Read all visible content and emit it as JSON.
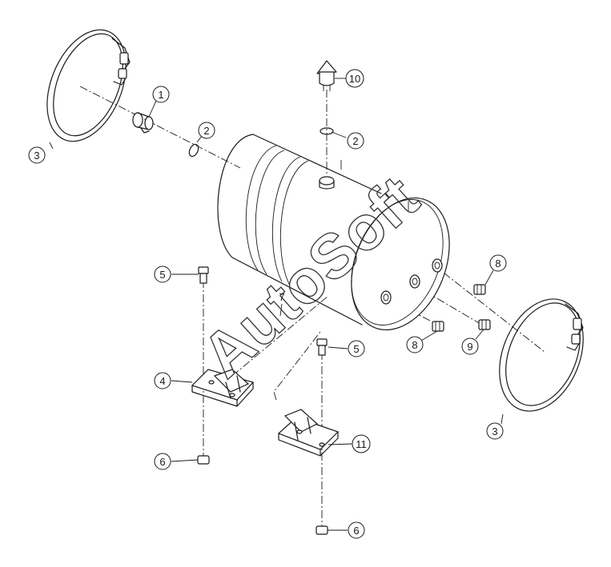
{
  "watermark": "AutoSoft",
  "callouts": [
    {
      "id": "c1",
      "label": "1"
    },
    {
      "id": "c2a",
      "label": "2"
    },
    {
      "id": "c2b",
      "label": "2"
    },
    {
      "id": "c3a",
      "label": "3"
    },
    {
      "id": "c3b",
      "label": "3"
    },
    {
      "id": "c4",
      "label": "4"
    },
    {
      "id": "c5a",
      "label": "5"
    },
    {
      "id": "c5b",
      "label": "5"
    },
    {
      "id": "c6a",
      "label": "6"
    },
    {
      "id": "c6b",
      "label": "6"
    },
    {
      "id": "c7",
      "label": "7"
    },
    {
      "id": "c8a",
      "label": "8"
    },
    {
      "id": "c8b",
      "label": "8"
    },
    {
      "id": "c9",
      "label": "9"
    },
    {
      "id": "c10",
      "label": "10"
    },
    {
      "id": "c11",
      "label": "11"
    }
  ]
}
